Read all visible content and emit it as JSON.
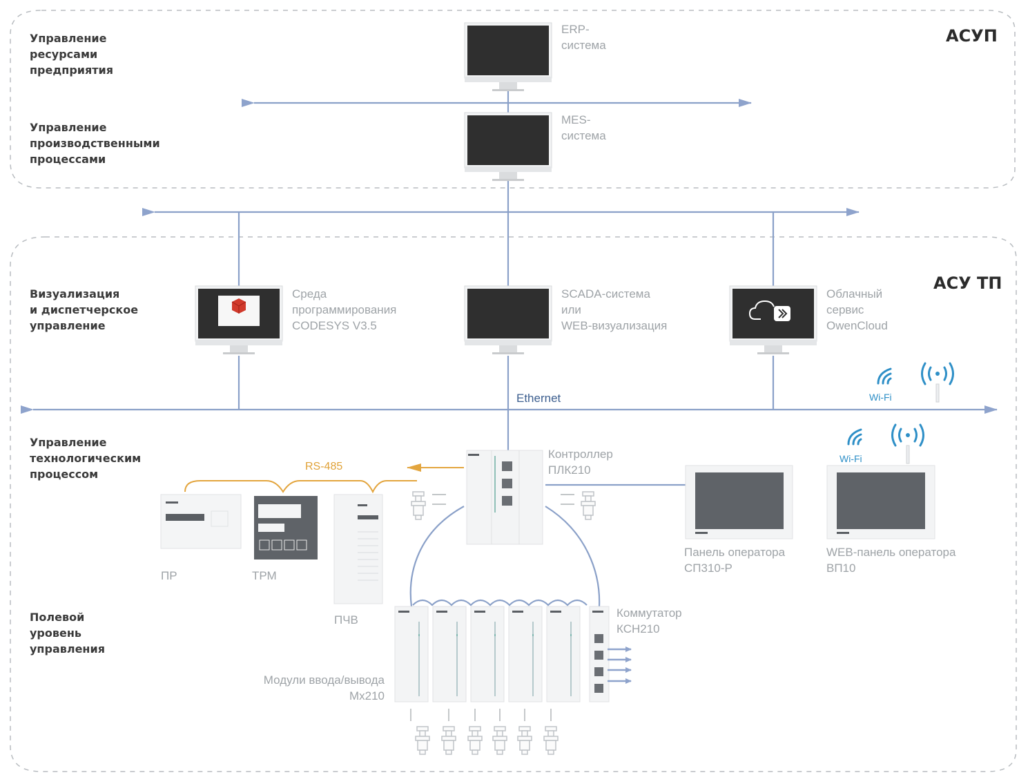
{
  "zones": {
    "asup": "АСУП",
    "asutp": "АСУ ТП"
  },
  "levels": {
    "enterprise": "Управление\nресурсами\nпредприятия",
    "production": "Управление\nпроизводственными\nпроцессами",
    "visualization": "Визуализация\nи диспетчерское\nуправление",
    "process": "Управление\nтехнологическим\nпроцессом",
    "field": "Полевой\nуровень\nуправления"
  },
  "labels": {
    "erp": "ERP-\nсистема",
    "mes": "MES-\nсистема",
    "codesys": "Среда\nпрограммирования\nCODESYS V3.5",
    "scada": "SCADA-система\nили\nWEB-визуализация",
    "cloud": "Облачный\nсервис\nOwenCloud",
    "plc": "Контроллер\nПЛК210",
    "panel": "Панель оператора\nСП310-Р",
    "webpanel": "WEB-панель оператора\nВП10",
    "pr": "ПР",
    "trm": "ТРМ",
    "pchv": "ПЧВ",
    "modules": "Модули ввода/вывода\nМх210",
    "switch": "Коммутатор\nКСН210"
  },
  "bus": {
    "ethernet": "Ethernet",
    "rs485": "RS-485",
    "wifi_1": "Wi-Fi",
    "wifi_2": "Wi-Fi"
  },
  "logos": {
    "codesys": "CODESYS",
    "owencloud": "OwenCloud"
  },
  "colors": {
    "line": "#8aa0c8",
    "arrow": "#8ea3cc",
    "rs485": "#e3a53e",
    "wifi": "#2e8fc7",
    "zone_border": "#b8bcc0",
    "screen": "#3a3a3a"
  }
}
